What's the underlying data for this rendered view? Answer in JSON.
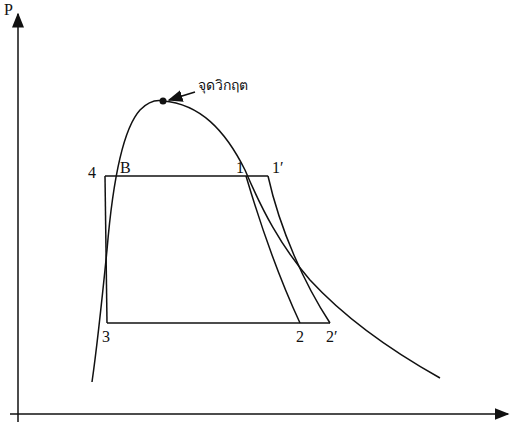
{
  "diagram": {
    "labels": [
      "P",
      "จุดวิกฤต",
      "4",
      "B",
      "1",
      "1′",
      "3",
      "2",
      "2′"
    ]
  }
}
